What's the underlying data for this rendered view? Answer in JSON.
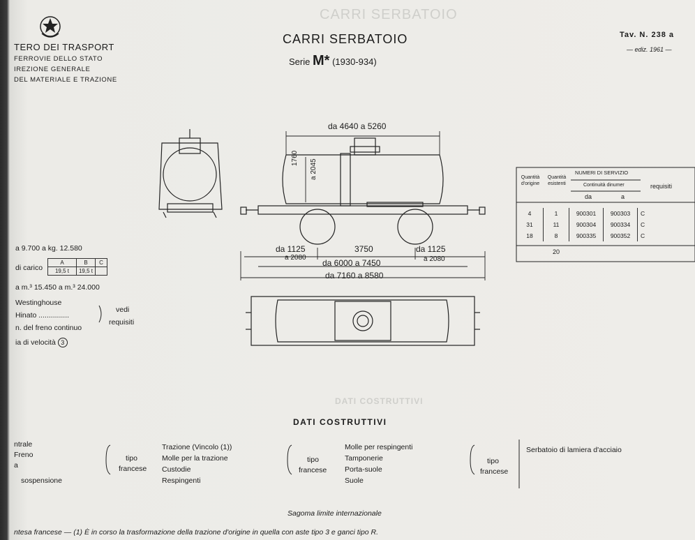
{
  "header": {
    "ministry": "TERO DEI TRASPORT",
    "dept1": "FERROVIE DELLO STATO",
    "dept2": "IREZIONE GENERALE",
    "dept3": "DEL MATERIALE E TRAZIONE"
  },
  "title": {
    "main": "CARRI SERBATOIO",
    "serie_label": "Serie",
    "serie_code": "M*",
    "serie_years": "(1930-934)"
  },
  "tav": {
    "number": "Tav. N. 238 a",
    "edition": "— ediz. 1961 —"
  },
  "dims": {
    "tank_length": "da 4640 a 5260",
    "tank_height_1": "1760",
    "tank_height_2": "a 2045",
    "left_offset_1": "da 1125",
    "left_offset_2": "a 2080",
    "wheelbase": "3750",
    "right_offset_1": "da 1125",
    "right_offset_2": "a 2080",
    "frame_length": "da 6000 a 7450",
    "total_length": "da 7160 a 8580"
  },
  "specs": {
    "tare": "a 9.700 a kg. 12.580",
    "carico_label": "di carico",
    "carico_headers": [
      "A",
      "B",
      "C"
    ],
    "carico_values": [
      "19,5 t",
      "19,5 t",
      ""
    ],
    "volume": "a m.³ 15.450 a m.³ 24.000",
    "brake1": "Westinghouse",
    "brake2": "Hinato ...............",
    "brake3": "n. del freno continuo",
    "brake4": "ia di velocità",
    "brake4_num": "3",
    "vedi": "vedi",
    "requisiti": "requisiti"
  },
  "service_table": {
    "headers": {
      "q_origine": "Quantità d'origine",
      "q_esistenti": "Quantità esistenti",
      "numeri": "NUMERI DI SERVIZIO",
      "continua": "Continuità dinumer",
      "da": "da",
      "a": "a",
      "requisiti": "requisiti"
    },
    "rows": [
      {
        "orig": "4",
        "esist": "1",
        "da": "900301",
        "a": "900303",
        "req": "C"
      },
      {
        "orig": "31",
        "esist": "11",
        "da": "900304",
        "a": "900334",
        "req": "C"
      },
      {
        "orig": "18",
        "esist": "8",
        "da": "900335",
        "a": "900352",
        "req": "C"
      }
    ],
    "total": "20"
  },
  "dati": {
    "title": "DATI COSTRUTTIVI",
    "left_labels": [
      "ntrale",
      "Freno",
      "a"
    ],
    "sospensione": "sospensione",
    "tipo": "tipo",
    "francese": "francese",
    "col1": [
      "Trazione (Vincolo (1))",
      "Molle per la trazione",
      "Custodie",
      "Respingenti"
    ],
    "col2": [
      "Molle per respingenti",
      "Tamponerie",
      "Porta-suole",
      "Suole"
    ],
    "col3": [
      "Serbatoio di lamiera d'acciaio"
    ],
    "sagoma": "Sagoma limite internazionale"
  },
  "footer": {
    "note": "ntesa francese — (1) È in corso la trasformazione della trazione d'origine in quella con aste tipo 3 e ganci tipo R."
  }
}
